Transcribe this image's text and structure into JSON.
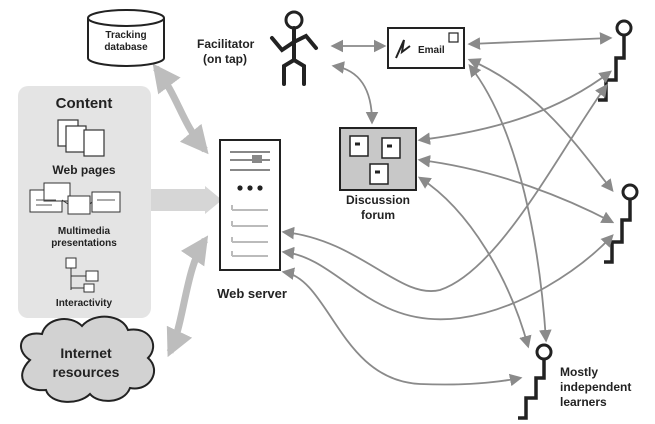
{
  "diagram": {
    "nodes": {
      "tracking_db": {
        "lines": [
          "Tracking",
          "database"
        ]
      },
      "facilitator": {
        "lines": [
          "Facilitator",
          "(on tap)"
        ]
      },
      "email": {
        "label": "Email"
      },
      "content": {
        "title": "Content",
        "web_pages": "Web pages",
        "multimedia": [
          "Multimedia",
          "presentations"
        ],
        "interactivity": "Interactivity"
      },
      "web_server": {
        "label": "Web server"
      },
      "discussion_forum": {
        "lines": [
          "Discussion",
          "forum"
        ]
      },
      "internet_resources": {
        "lines": [
          "Internet",
          "resources"
        ]
      },
      "learners": {
        "lines": [
          "Mostly",
          "independent",
          "learners"
        ]
      }
    }
  }
}
